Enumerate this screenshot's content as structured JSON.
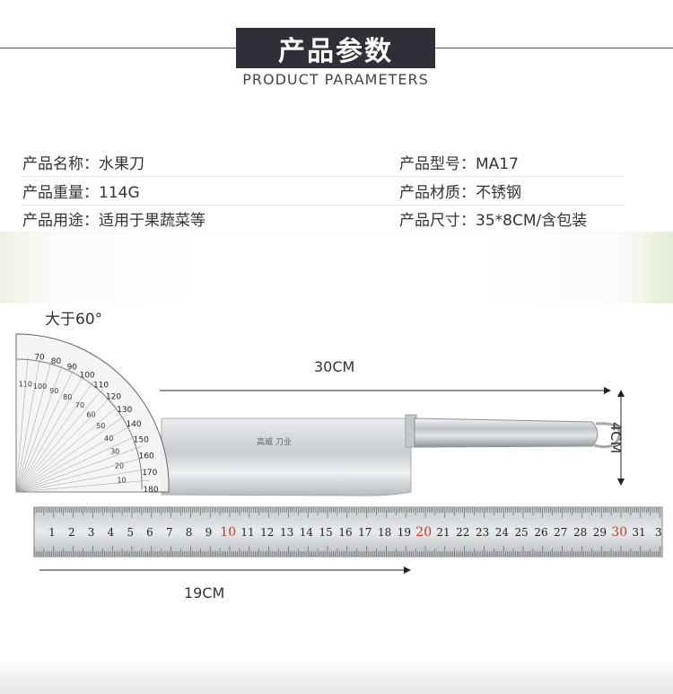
{
  "header": {
    "title": "产品参数",
    "subtitle": "PRODUCT PARAMETERS"
  },
  "params": {
    "rows": [
      {
        "left": "产品名称：水果刀",
        "right": "产品型号：MA17"
      },
      {
        "left": "产品重量：114G",
        "right": "产品材质：不锈钢"
      },
      {
        "left": "产品用途：适用于果蔬菜等",
        "right": "产品尺寸：35*8CM/含包装"
      }
    ]
  },
  "photo": {
    "angle_label": "大于60°",
    "length_label": "30CM",
    "height_label": "4CM",
    "handle_length_label": "19CM",
    "blade_logo_text": "高威 刀业",
    "ruler_numbers": [
      "1",
      "2",
      "3",
      "4",
      "5",
      "6",
      "7",
      "8",
      "9",
      "10",
      "11",
      "12",
      "13",
      "14",
      "15",
      "16",
      "17",
      "18",
      "19",
      "20",
      "21",
      "22",
      "23",
      "24",
      "25",
      "26",
      "27",
      "28",
      "29",
      "30",
      "31",
      "3"
    ],
    "ruler_highlights": [
      "10",
      "20",
      "30"
    ],
    "protractor_numbers": [
      "70",
      "80",
      "90",
      "100",
      "110",
      "120",
      "130",
      "140",
      "150",
      "160",
      "170",
      "180"
    ],
    "protractor_inner": [
      "10",
      "20",
      "30",
      "40",
      "50",
      "60",
      "70",
      "80",
      "90",
      "100",
      "110"
    ],
    "colors": {
      "highlight": "#c0392b",
      "ruler": "#9aa0a6",
      "steel": "#d6d9dc"
    }
  }
}
